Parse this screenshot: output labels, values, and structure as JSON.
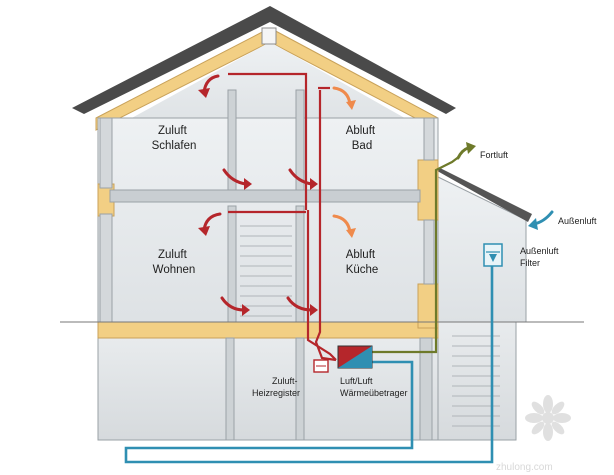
{
  "rooms": {
    "zuluft_schlafen": [
      "Zuluft",
      "Schlafen"
    ],
    "abluft_bad": [
      "Abluft",
      "Bad"
    ],
    "zuluft_wohnen": [
      "Zuluft",
      "Wohnen"
    ],
    "abluft_kueche": [
      "Abluft",
      "Küche"
    ]
  },
  "labels": {
    "fortluft": "Fortluft",
    "aussenluft": "Außenluft",
    "aussenluft_filter": [
      "Außenluft",
      "Filter"
    ],
    "zuluft_heizregister": [
      "Zuluft-",
      "Heizregister"
    ],
    "waermeuebertrager": [
      "Luft/Luft",
      "Wärmeübetrager"
    ]
  },
  "watermark": "zhulong.com",
  "colors": {
    "insulation": "#f2cf84",
    "roof": "#4a4a4a",
    "wall": "#e9ecee",
    "supply_duct": "#b5262b",
    "extract_arrow": "#ef8a4c",
    "exhaust_duct": "#6e7a2a",
    "outdoor_duct": "#2f8fb2"
  }
}
